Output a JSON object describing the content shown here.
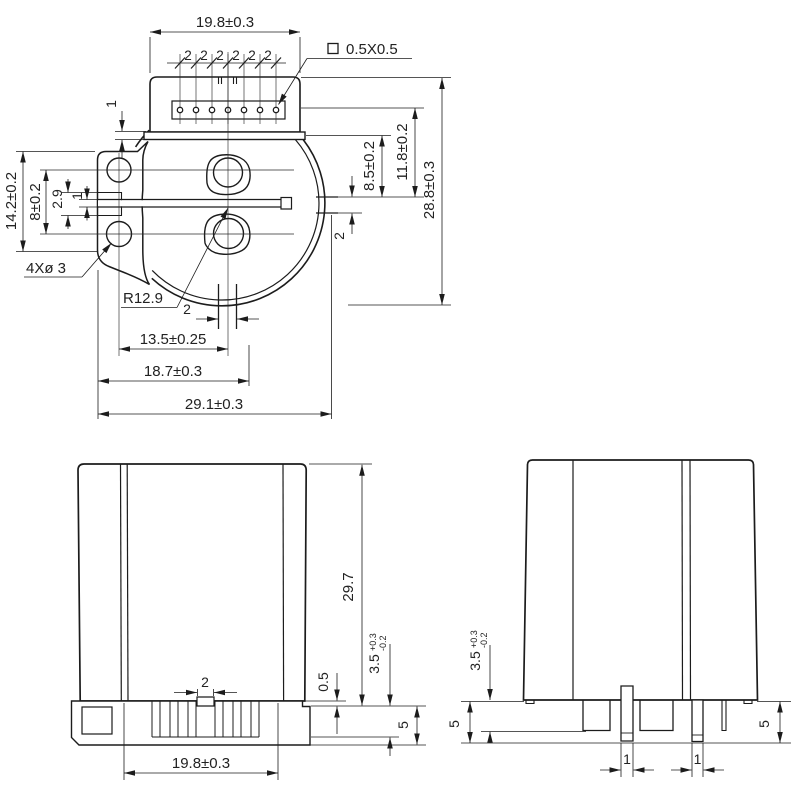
{
  "views": {
    "top": {
      "conn_width": "19.8±0.3",
      "pitch": [
        "2",
        "2",
        "2",
        "2",
        "2",
        "2"
      ],
      "pad_sq": "0.5X0.5",
      "plate_thk": "1",
      "flange_h": "14.2±0.2",
      "hole_cc": "8±0.2",
      "notch_h": "2.9",
      "slot_w": "1",
      "holes_note": "4Xø 3",
      "radius_note": "R12.9",
      "slot_pair": "2",
      "hole_to_center": "13.5±0.25",
      "body_width": "18.7±0.3",
      "overall_w": "29.1±0.3",
      "top_to_slot": "8.5±0.2",
      "pin_to_slot": "11.8±0.2",
      "overall_h": "28.8±0.3",
      "stub_h": "2"
    },
    "front": {
      "height": "29.7",
      "tab_w": "2",
      "step": "0.5",
      "standoff": {
        "v": "3.5",
        "plus": "+0.3",
        "minus": "-0.2"
      },
      "pin_len": "5",
      "base_w": "19.8±0.3"
    },
    "side": {
      "standoff": {
        "v": "3.5",
        "plus": "+0.3",
        "minus": "-0.2"
      },
      "pin_len_left": "5",
      "pin_len_right": "5",
      "pin_w_1": "1",
      "pin_w_2": "1"
    }
  }
}
